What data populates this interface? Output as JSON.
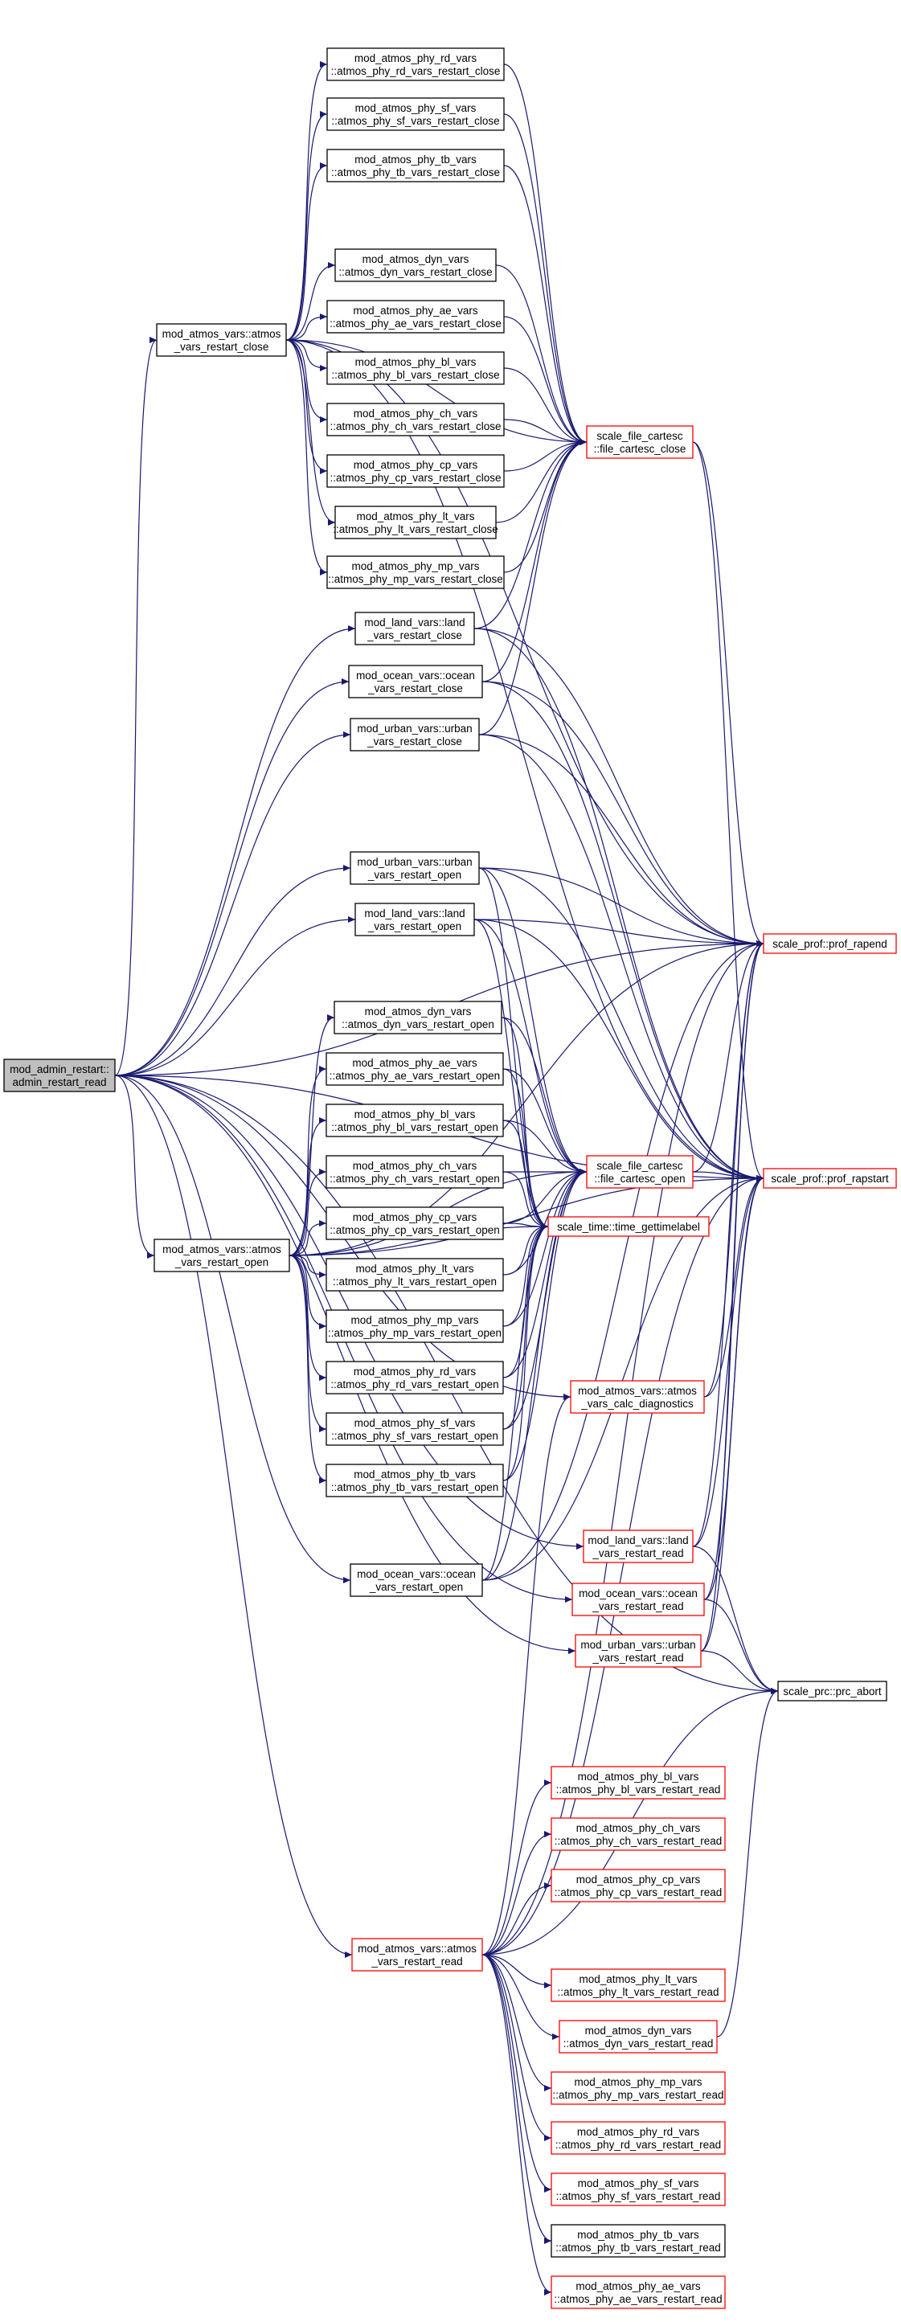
{
  "colors": {
    "edge": "#191970",
    "border_default": "#000000",
    "border_highlight": "#ff0000",
    "root_fill": "#bfbfbf",
    "node_fill": "#ffffff"
  },
  "nodes": [
    {
      "id": "admin",
      "lines": [
        "mod_admin_restart::",
        "admin_restart_read"
      ],
      "style": "root"
    },
    {
      "id": "close",
      "lines": [
        "mod_atmos_vars::atmos",
        "_vars_restart_close"
      ],
      "style": "black"
    },
    {
      "id": "rd_c",
      "lines": [
        "mod_atmos_phy_rd_vars",
        "::atmos_phy_rd_vars_restart_close"
      ],
      "style": "black"
    },
    {
      "id": "sf_c",
      "lines": [
        "mod_atmos_phy_sf_vars",
        "::atmos_phy_sf_vars_restart_close"
      ],
      "style": "black"
    },
    {
      "id": "tb_c",
      "lines": [
        "mod_atmos_phy_tb_vars",
        "::atmos_phy_tb_vars_restart_close"
      ],
      "style": "black"
    },
    {
      "id": "dyn_c",
      "lines": [
        "mod_atmos_dyn_vars",
        "::atmos_dyn_vars_restart_close"
      ],
      "style": "black"
    },
    {
      "id": "ae_c",
      "lines": [
        "mod_atmos_phy_ae_vars",
        "::atmos_phy_ae_vars_restart_close"
      ],
      "style": "black"
    },
    {
      "id": "bl_c",
      "lines": [
        "mod_atmos_phy_bl_vars",
        "::atmos_phy_bl_vars_restart_close"
      ],
      "style": "black"
    },
    {
      "id": "ch_c",
      "lines": [
        "mod_atmos_phy_ch_vars",
        "::atmos_phy_ch_vars_restart_close"
      ],
      "style": "black"
    },
    {
      "id": "cp_c",
      "lines": [
        "mod_atmos_phy_cp_vars",
        "::atmos_phy_cp_vars_restart_close"
      ],
      "style": "black"
    },
    {
      "id": "lt_c",
      "lines": [
        "mod_atmos_phy_lt_vars",
        "::atmos_phy_lt_vars_restart_close"
      ],
      "style": "black"
    },
    {
      "id": "mp_c",
      "lines": [
        "mod_atmos_phy_mp_vars",
        "::atmos_phy_mp_vars_restart_close"
      ],
      "style": "black"
    },
    {
      "id": "fclose",
      "lines": [
        "scale_file_cartesc",
        "::file_cartesc_close"
      ],
      "style": "red"
    },
    {
      "id": "land_c",
      "lines": [
        "mod_land_vars::land",
        "_vars_restart_close"
      ],
      "style": "black"
    },
    {
      "id": "ocean_c",
      "lines": [
        "mod_ocean_vars::ocean",
        "_vars_restart_close"
      ],
      "style": "black"
    },
    {
      "id": "urban_c",
      "lines": [
        "mod_urban_vars::urban",
        "_vars_restart_close"
      ],
      "style": "black"
    },
    {
      "id": "urban_o",
      "lines": [
        "mod_urban_vars::urban",
        "_vars_restart_open"
      ],
      "style": "black"
    },
    {
      "id": "land_o",
      "lines": [
        "mod_land_vars::land",
        "_vars_restart_open"
      ],
      "style": "black"
    },
    {
      "id": "rapend",
      "lines": [
        "scale_prof::prof_rapend"
      ],
      "style": "red"
    },
    {
      "id": "dyn_o",
      "lines": [
        "mod_atmos_dyn_vars",
        "::atmos_dyn_vars_restart_open"
      ],
      "style": "black"
    },
    {
      "id": "ae_o",
      "lines": [
        "mod_atmos_phy_ae_vars",
        "::atmos_phy_ae_vars_restart_open"
      ],
      "style": "black"
    },
    {
      "id": "bl_o",
      "lines": [
        "mod_atmos_phy_bl_vars",
        "::atmos_phy_bl_vars_restart_open"
      ],
      "style": "black"
    },
    {
      "id": "ch_o",
      "lines": [
        "mod_atmos_phy_ch_vars",
        "::atmos_phy_ch_vars_restart_open"
      ],
      "style": "black"
    },
    {
      "id": "fopen",
      "lines": [
        "scale_file_cartesc",
        "::file_cartesc_open"
      ],
      "style": "red"
    },
    {
      "id": "rapstart",
      "lines": [
        "scale_prof::prof_rapstart"
      ],
      "style": "red"
    },
    {
      "id": "cp_o",
      "lines": [
        "mod_atmos_phy_cp_vars",
        "::atmos_phy_cp_vars_restart_open"
      ],
      "style": "black"
    },
    {
      "id": "gettime",
      "lines": [
        "scale_time::time_gettimelabel"
      ],
      "style": "red"
    },
    {
      "id": "open",
      "lines": [
        "mod_atmos_vars::atmos",
        "_vars_restart_open"
      ],
      "style": "black"
    },
    {
      "id": "lt_o",
      "lines": [
        "mod_atmos_phy_lt_vars",
        "::atmos_phy_lt_vars_restart_open"
      ],
      "style": "black"
    },
    {
      "id": "mp_o",
      "lines": [
        "mod_atmos_phy_mp_vars",
        "::atmos_phy_mp_vars_restart_open"
      ],
      "style": "black"
    },
    {
      "id": "rd_o",
      "lines": [
        "mod_atmos_phy_rd_vars",
        "::atmos_phy_rd_vars_restart_open"
      ],
      "style": "black"
    },
    {
      "id": "calcdiag",
      "lines": [
        "mod_atmos_vars::atmos",
        "_vars_calc_diagnostics"
      ],
      "style": "red"
    },
    {
      "id": "sf_o",
      "lines": [
        "mod_atmos_phy_sf_vars",
        "::atmos_phy_sf_vars_restart_open"
      ],
      "style": "black"
    },
    {
      "id": "tb_o",
      "lines": [
        "mod_atmos_phy_tb_vars",
        "::atmos_phy_tb_vars_restart_open"
      ],
      "style": "black"
    },
    {
      "id": "land_r",
      "lines": [
        "mod_land_vars::land",
        "_vars_restart_read"
      ],
      "style": "red"
    },
    {
      "id": "ocean_o",
      "lines": [
        "mod_ocean_vars::ocean",
        "_vars_restart_open"
      ],
      "style": "black"
    },
    {
      "id": "ocean_r",
      "lines": [
        "mod_ocean_vars::ocean",
        "_vars_restart_read"
      ],
      "style": "red"
    },
    {
      "id": "urban_r",
      "lines": [
        "mod_urban_vars::urban",
        "_vars_restart_read"
      ],
      "style": "red"
    },
    {
      "id": "abort",
      "lines": [
        "scale_prc::prc_abort"
      ],
      "style": "black"
    },
    {
      "id": "bl_r",
      "lines": [
        "mod_atmos_phy_bl_vars",
        "::atmos_phy_bl_vars_restart_read"
      ],
      "style": "red"
    },
    {
      "id": "ch_r",
      "lines": [
        "mod_atmos_phy_ch_vars",
        "::atmos_phy_ch_vars_restart_read"
      ],
      "style": "red"
    },
    {
      "id": "cp_r",
      "lines": [
        "mod_atmos_phy_cp_vars",
        "::atmos_phy_cp_vars_restart_read"
      ],
      "style": "red"
    },
    {
      "id": "read",
      "lines": [
        "mod_atmos_vars::atmos",
        "_vars_restart_read"
      ],
      "style": "red"
    },
    {
      "id": "lt_r",
      "lines": [
        "mod_atmos_phy_lt_vars",
        "::atmos_phy_lt_vars_restart_read"
      ],
      "style": "red"
    },
    {
      "id": "dyn_r",
      "lines": [
        "mod_atmos_dyn_vars",
        "::atmos_dyn_vars_restart_read"
      ],
      "style": "red"
    },
    {
      "id": "mp_r",
      "lines": [
        "mod_atmos_phy_mp_vars",
        "::atmos_phy_mp_vars_restart_read"
      ],
      "style": "red"
    },
    {
      "id": "rd_r",
      "lines": [
        "mod_atmos_phy_rd_vars",
        "::atmos_phy_rd_vars_restart_read"
      ],
      "style": "red"
    },
    {
      "id": "sf_r",
      "lines": [
        "mod_atmos_phy_sf_vars",
        "::atmos_phy_sf_vars_restart_read"
      ],
      "style": "red"
    },
    {
      "id": "tb_r",
      "lines": [
        "mod_atmos_phy_tb_vars",
        "::atmos_phy_tb_vars_restart_read"
      ],
      "style": "black"
    },
    {
      "id": "ae_r",
      "lines": [
        "mod_atmos_phy_ae_vars",
        "::atmos_phy_ae_vars_restart_read"
      ],
      "style": "red"
    }
  ],
  "edges": [
    [
      "admin",
      "close"
    ],
    [
      "admin",
      "open"
    ],
    [
      "admin",
      "read"
    ],
    [
      "admin",
      "land_c"
    ],
    [
      "admin",
      "ocean_c"
    ],
    [
      "admin",
      "urban_c"
    ],
    [
      "admin",
      "urban_o"
    ],
    [
      "admin",
      "land_o"
    ],
    [
      "admin",
      "ocean_o"
    ],
    [
      "admin",
      "land_r"
    ],
    [
      "admin",
      "ocean_r"
    ],
    [
      "admin",
      "urban_r"
    ],
    [
      "admin",
      "calcdiag"
    ],
    [
      "admin",
      "rapend"
    ],
    [
      "admin",
      "rapstart"
    ],
    [
      "admin",
      "abort"
    ],
    [
      "close",
      "rd_c"
    ],
    [
      "close",
      "sf_c"
    ],
    [
      "close",
      "tb_c"
    ],
    [
      "close",
      "dyn_c"
    ],
    [
      "close",
      "ae_c"
    ],
    [
      "close",
      "bl_c"
    ],
    [
      "close",
      "ch_c"
    ],
    [
      "close",
      "cp_c"
    ],
    [
      "close",
      "lt_c"
    ],
    [
      "close",
      "mp_c"
    ],
    [
      "close",
      "fclose"
    ],
    [
      "close",
      "rapend"
    ],
    [
      "close",
      "rapstart"
    ],
    [
      "rd_c",
      "fclose"
    ],
    [
      "sf_c",
      "fclose"
    ],
    [
      "tb_c",
      "fclose"
    ],
    [
      "dyn_c",
      "fclose"
    ],
    [
      "ae_c",
      "fclose"
    ],
    [
      "bl_c",
      "fclose"
    ],
    [
      "ch_c",
      "fclose"
    ],
    [
      "cp_c",
      "fclose"
    ],
    [
      "lt_c",
      "fclose"
    ],
    [
      "mp_c",
      "fclose"
    ],
    [
      "land_c",
      "fclose"
    ],
    [
      "ocean_c",
      "fclose"
    ],
    [
      "urban_c",
      "fclose"
    ],
    [
      "land_c",
      "rapend"
    ],
    [
      "land_c",
      "rapstart"
    ],
    [
      "ocean_c",
      "rapend"
    ],
    [
      "ocean_c",
      "rapstart"
    ],
    [
      "urban_c",
      "rapend"
    ],
    [
      "urban_c",
      "rapstart"
    ],
    [
      "fclose",
      "rapend"
    ],
    [
      "fclose",
      "rapstart"
    ],
    [
      "urban_o",
      "fopen"
    ],
    [
      "urban_o",
      "gettime"
    ],
    [
      "urban_o",
      "rapend"
    ],
    [
      "urban_o",
      "rapstart"
    ],
    [
      "land_o",
      "fopen"
    ],
    [
      "land_o",
      "gettime"
    ],
    [
      "land_o",
      "rapend"
    ],
    [
      "land_o",
      "rapstart"
    ],
    [
      "open",
      "dyn_o"
    ],
    [
      "open",
      "ae_o"
    ],
    [
      "open",
      "bl_o"
    ],
    [
      "open",
      "ch_o"
    ],
    [
      "open",
      "cp_o"
    ],
    [
      "open",
      "lt_o"
    ],
    [
      "open",
      "mp_o"
    ],
    [
      "open",
      "rd_o"
    ],
    [
      "open",
      "sf_o"
    ],
    [
      "open",
      "tb_o"
    ],
    [
      "open",
      "fopen"
    ],
    [
      "open",
      "gettime"
    ],
    [
      "open",
      "rapend"
    ],
    [
      "open",
      "rapstart"
    ],
    [
      "dyn_o",
      "fopen"
    ],
    [
      "dyn_o",
      "gettime"
    ],
    [
      "ae_o",
      "fopen"
    ],
    [
      "ae_o",
      "gettime"
    ],
    [
      "bl_o",
      "fopen"
    ],
    [
      "bl_o",
      "gettime"
    ],
    [
      "ch_o",
      "fopen"
    ],
    [
      "ch_o",
      "gettime"
    ],
    [
      "cp_o",
      "fopen"
    ],
    [
      "cp_o",
      "gettime"
    ],
    [
      "lt_o",
      "fopen"
    ],
    [
      "lt_o",
      "gettime"
    ],
    [
      "mp_o",
      "fopen"
    ],
    [
      "mp_o",
      "gettime"
    ],
    [
      "rd_o",
      "fopen"
    ],
    [
      "rd_o",
      "gettime"
    ],
    [
      "sf_o",
      "fopen"
    ],
    [
      "sf_o",
      "gettime"
    ],
    [
      "tb_o",
      "fopen"
    ],
    [
      "tb_o",
      "gettime"
    ],
    [
      "ocean_o",
      "fopen"
    ],
    [
      "ocean_o",
      "gettime"
    ],
    [
      "ocean_o",
      "rapend"
    ],
    [
      "ocean_o",
      "rapstart"
    ],
    [
      "fopen",
      "rapend"
    ],
    [
      "fopen",
      "rapstart"
    ],
    [
      "calcdiag",
      "rapend"
    ],
    [
      "calcdiag",
      "rapstart"
    ],
    [
      "land_r",
      "rapend"
    ],
    [
      "land_r",
      "rapstart"
    ],
    [
      "land_r",
      "abort"
    ],
    [
      "ocean_r",
      "rapend"
    ],
    [
      "ocean_r",
      "rapstart"
    ],
    [
      "ocean_r",
      "abort"
    ],
    [
      "urban_r",
      "rapend"
    ],
    [
      "urban_r",
      "rapstart"
    ],
    [
      "urban_r",
      "abort"
    ],
    [
      "read",
      "bl_r"
    ],
    [
      "read",
      "ch_r"
    ],
    [
      "read",
      "cp_r"
    ],
    [
      "read",
      "lt_r"
    ],
    [
      "read",
      "dyn_r"
    ],
    [
      "read",
      "mp_r"
    ],
    [
      "read",
      "rd_r"
    ],
    [
      "read",
      "sf_r"
    ],
    [
      "read",
      "tb_r"
    ],
    [
      "read",
      "ae_r"
    ],
    [
      "read",
      "rapend"
    ],
    [
      "read",
      "rapstart"
    ],
    [
      "read",
      "abort"
    ],
    [
      "read",
      "calcdiag"
    ],
    [
      "dyn_r",
      "abort"
    ]
  ]
}
